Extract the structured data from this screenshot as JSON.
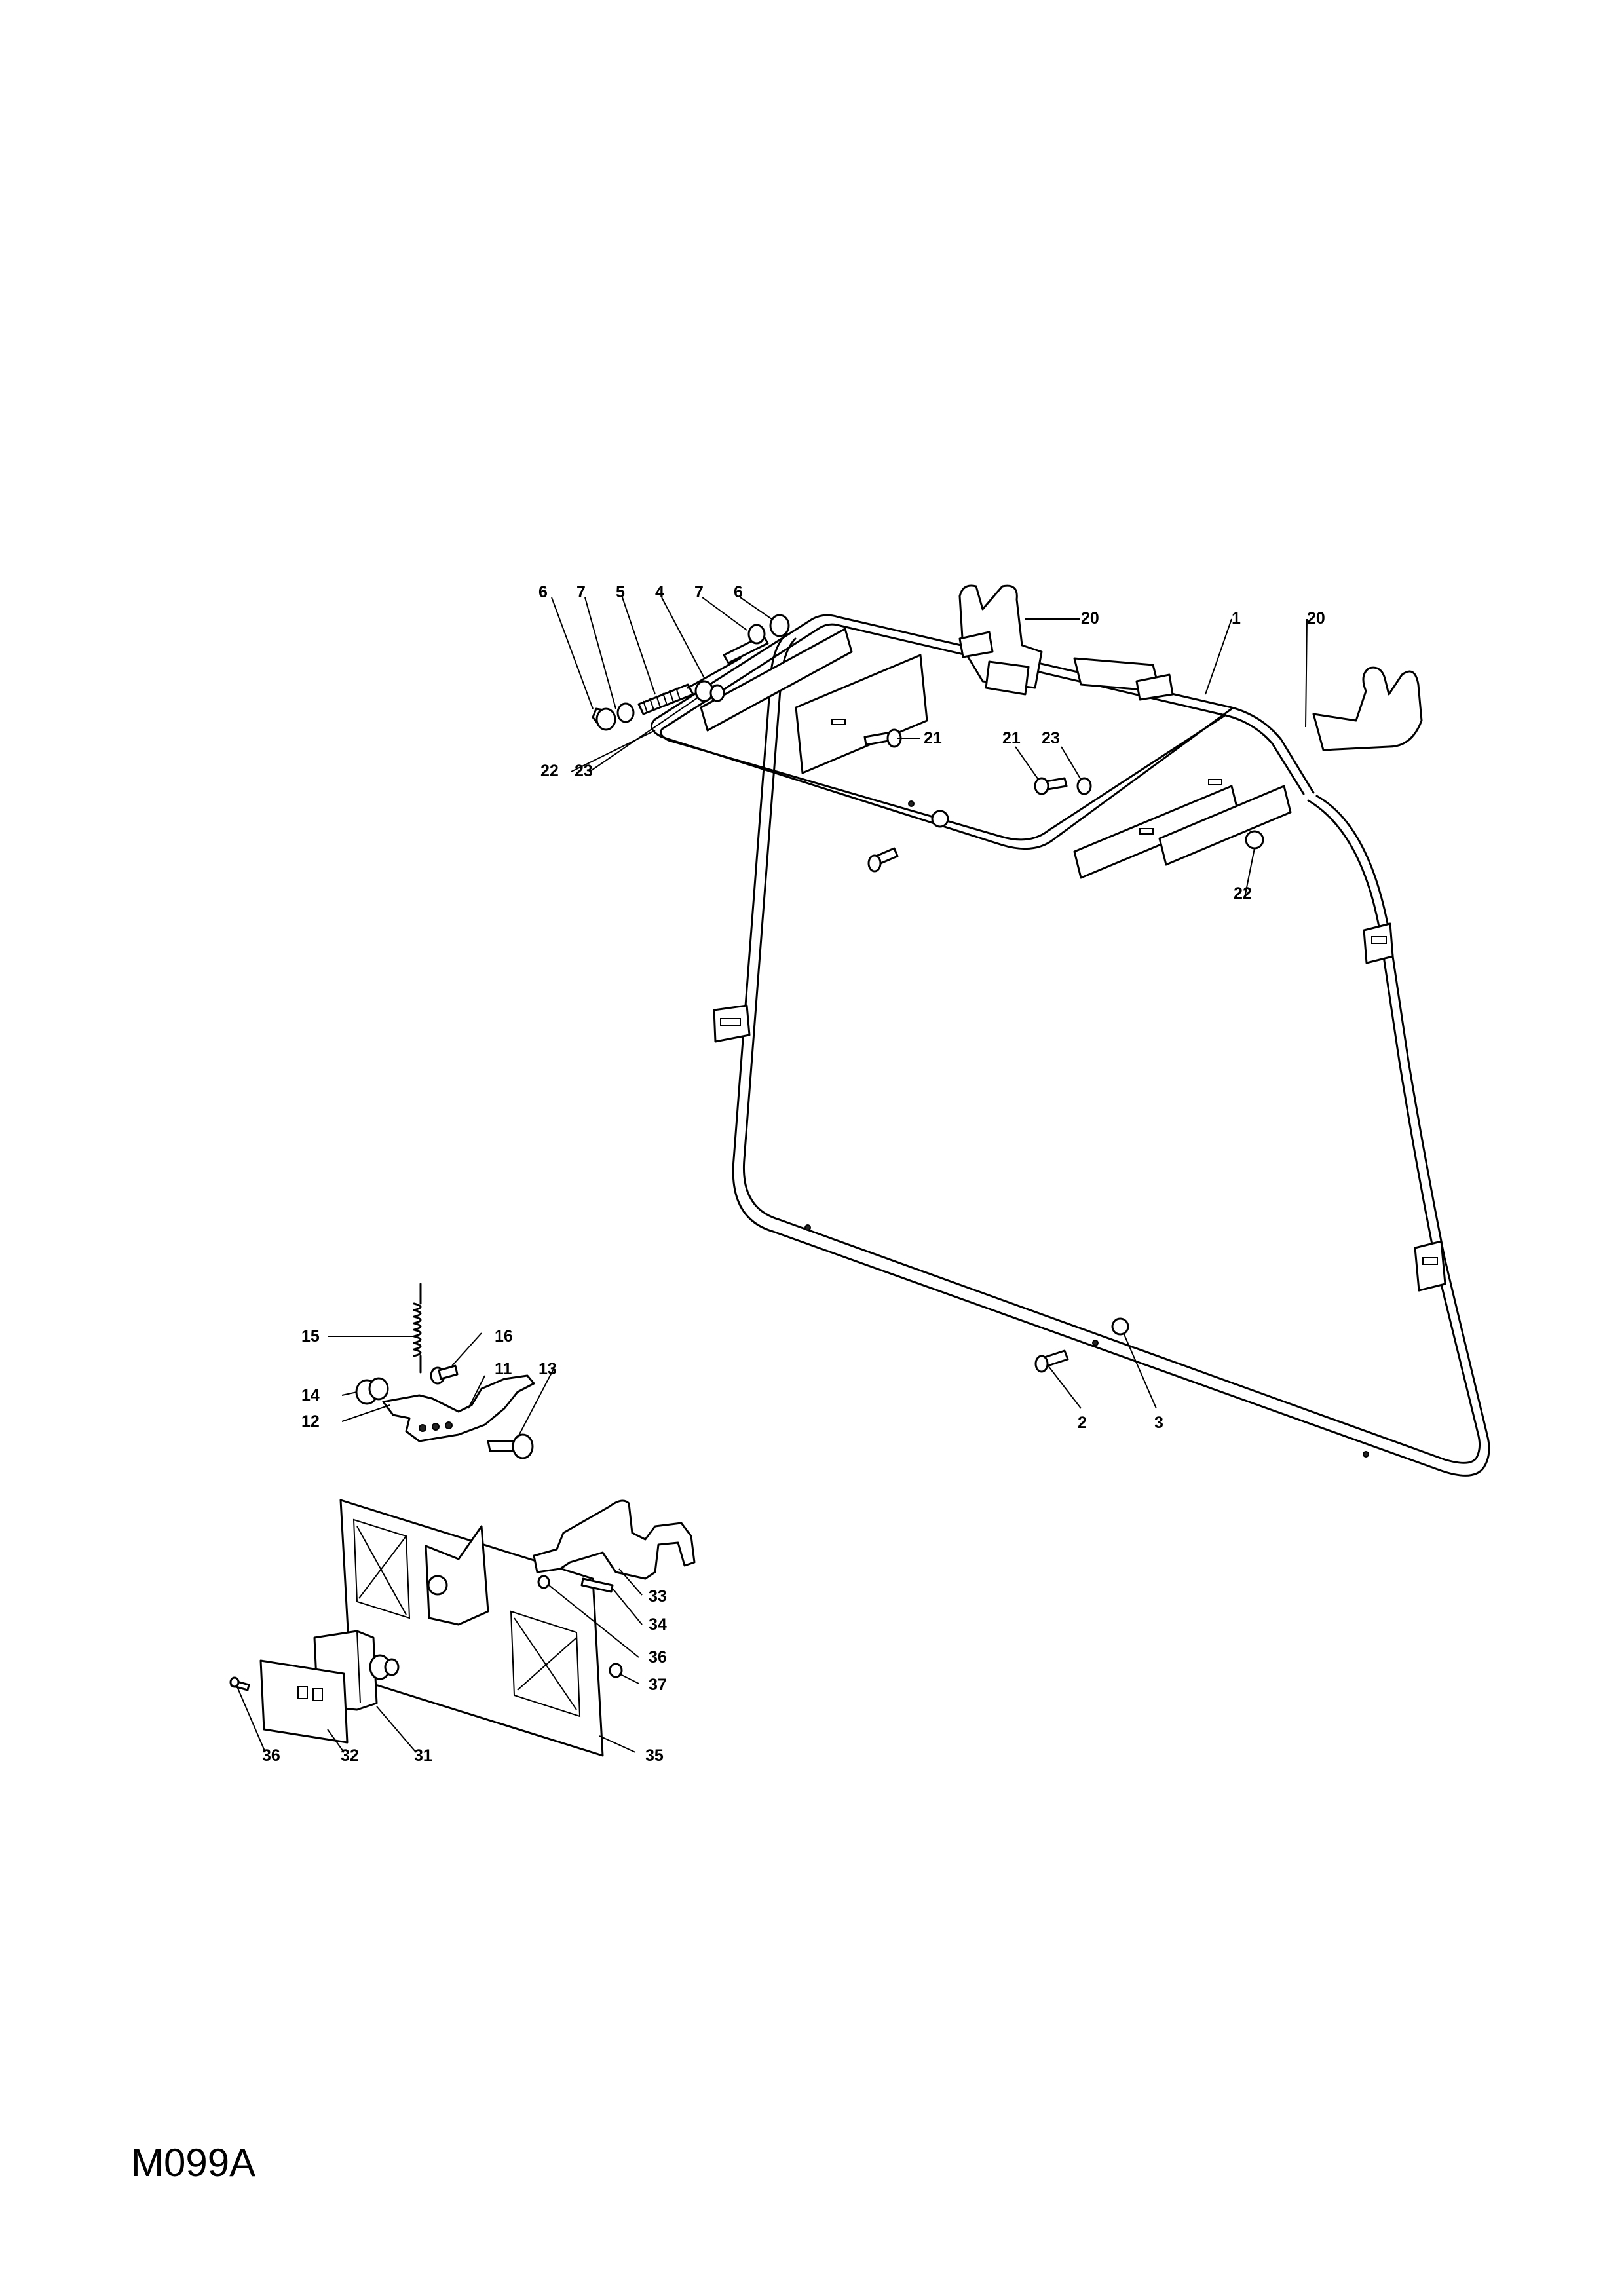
{
  "diagram_code": "M099A",
  "callouts": {
    "c1": "1",
    "c2": "2",
    "c3": "3",
    "c4": "4",
    "c5": "5",
    "c6a": "6",
    "c6b": "6",
    "c7a": "7",
    "c7b": "7",
    "c11": "11",
    "c12": "12",
    "c13": "13",
    "c14": "14",
    "c15": "15",
    "c16": "16",
    "c20a": "20",
    "c20b": "20",
    "c21a": "21",
    "c21b": "21",
    "c22a": "22",
    "c22b": "22",
    "c23a": "23",
    "c23b": "23",
    "c31": "31",
    "c32": "32",
    "c33": "33",
    "c34": "34",
    "c35": "35",
    "c36a": "36",
    "c36b": "36",
    "c37": "37"
  }
}
